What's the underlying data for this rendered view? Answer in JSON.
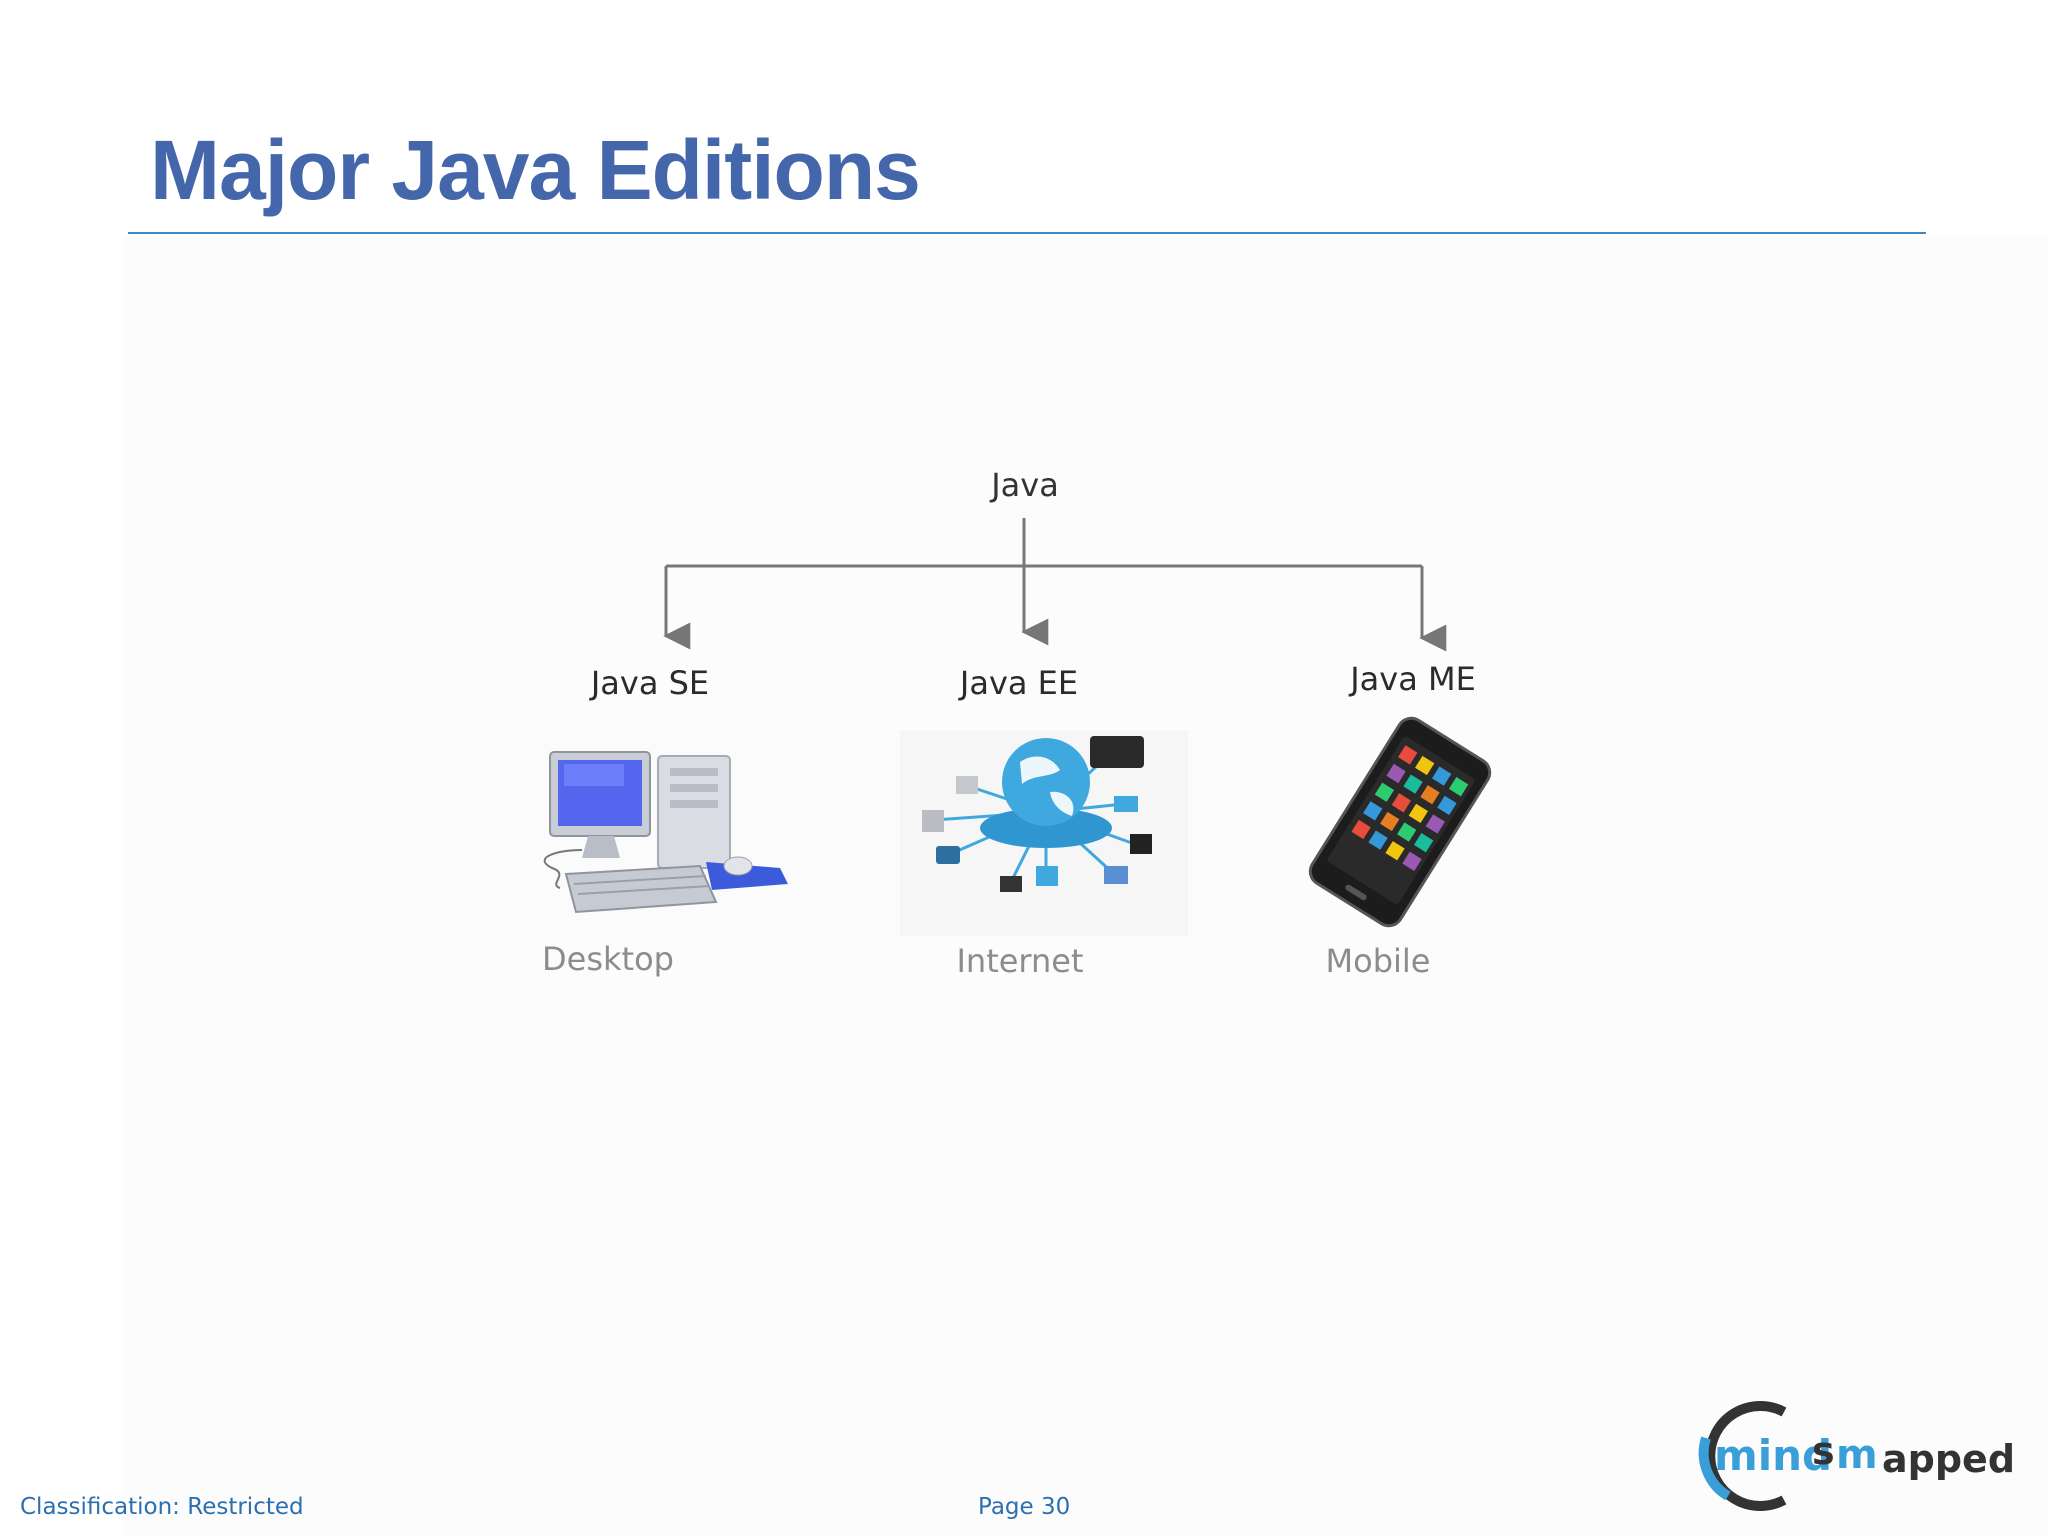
{
  "slide": {
    "title": "Major Java Editions"
  },
  "diagram": {
    "root": "Java",
    "editions": [
      {
        "name": "Java SE",
        "platform": "Desktop",
        "image": "desktop-computer-icon"
      },
      {
        "name": "Java EE",
        "platform": "Internet",
        "image": "globe-network-icon"
      },
      {
        "name": "Java ME",
        "platform": "Mobile",
        "image": "smartphone-icon"
      }
    ],
    "colors": {
      "connector": "#777777",
      "monitor_screen": "#5566ee",
      "globe": "#3fa9df",
      "phone_body": "#1c1c1c"
    }
  },
  "footer": {
    "classification": "Classification: Restricted",
    "page": "Page 30"
  },
  "logo": {
    "text": "mindsmapped",
    "colors": {
      "accent": "#3a9fd8",
      "dark": "#333333"
    }
  }
}
